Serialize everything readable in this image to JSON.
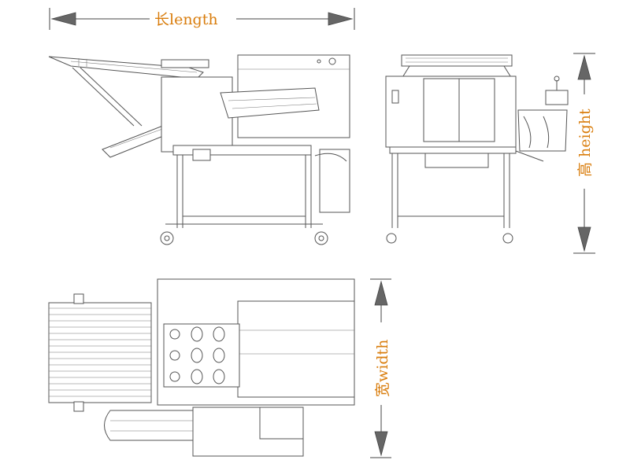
{
  "dimensions": {
    "length_label": "长length",
    "height_label": "高 height",
    "width_label": "宽width"
  },
  "colors": {
    "label": "#d97d0d",
    "line": "#555555",
    "arrow": "#666666"
  },
  "views": [
    "side-view",
    "end-view",
    "top-view"
  ]
}
